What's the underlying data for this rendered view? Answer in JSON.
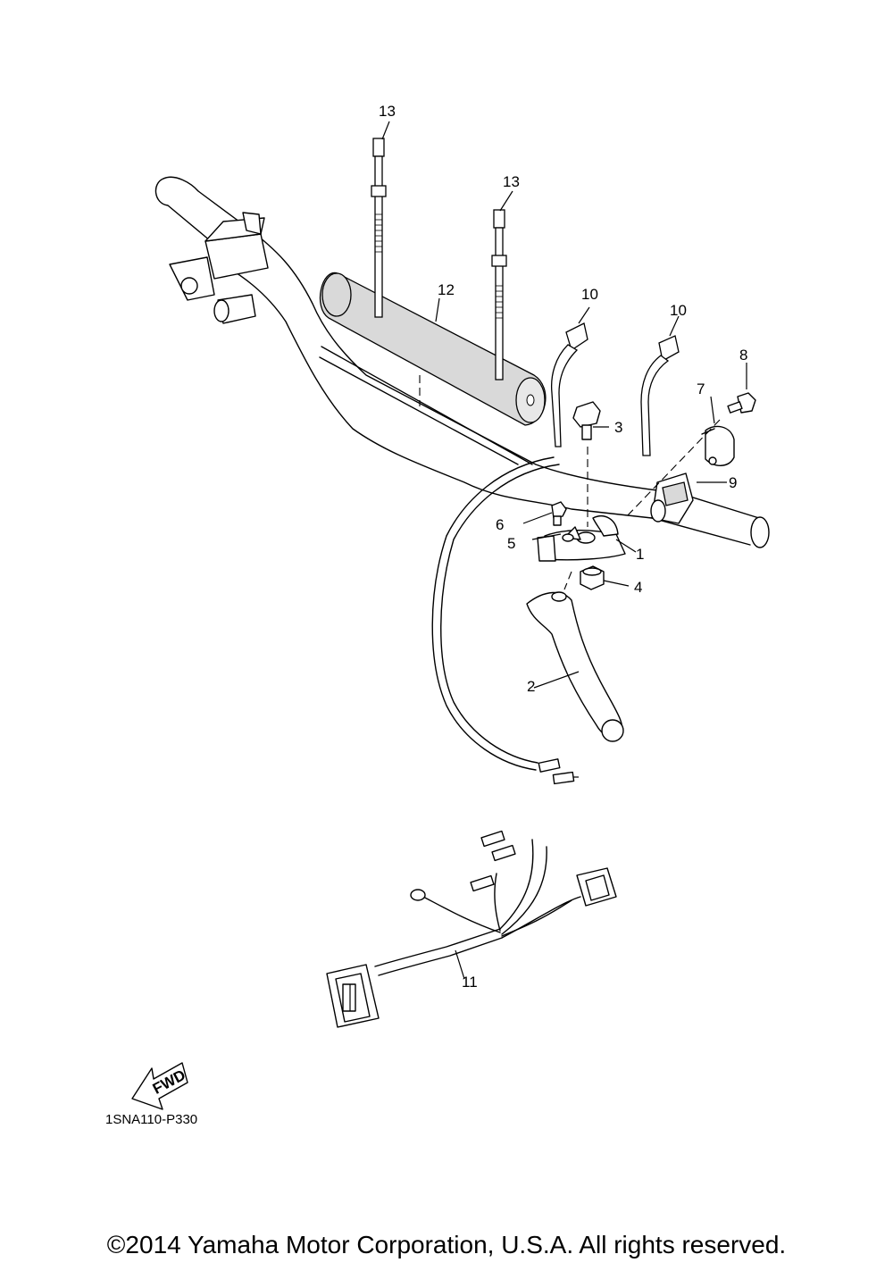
{
  "callouts": [
    "1",
    "2",
    "3",
    "4",
    "5",
    "6",
    "7",
    "8",
    "9",
    "10",
    "10",
    "11",
    "12",
    "13",
    "13"
  ],
  "fwd_label": "FWD",
  "drawing_code": "1SNA110-P330",
  "copyright": "©2014 Yamaha Motor Corporation, U.S.A. All rights reserved."
}
